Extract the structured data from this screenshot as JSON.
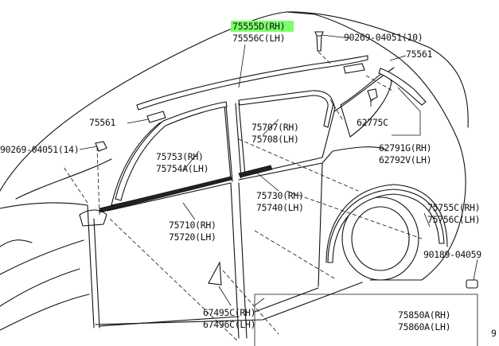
{
  "labels": {
    "roof_rack_rh": "75555D(RH)",
    "roof_rack_lh": "75556C(LH)",
    "clip_top": "90269-04051(10)",
    "cover_rear_right": "75561",
    "cover_front_left": "75561",
    "clip_left": "90269-04051(14)",
    "moulding_rear_door_rh": "75707(RH)",
    "moulding_rear_door_lh": "75708(LH)",
    "clip_quarter": "62775C",
    "quarter_rh": "62791G(RH)",
    "quarter_lh": "62792V(LH)",
    "front_door_rh": "75753(RH)",
    "front_door_lh": "75754A(LH)",
    "rear_belt_rh": "75730(RH)",
    "rear_belt_lh": "75740(LH)",
    "front_belt_rh": "75710(RH)",
    "front_belt_lh": "75720(LH)",
    "wheel_arch_rh": "75755C(RH)",
    "wheel_arch_lh": "75756C(LH)",
    "clip_right": "90189-04059",
    "garnish_rh": "67495C(RH)",
    "garnish_lh": "67496C(LH)",
    "rocker_rh": "75850A(RH)",
    "rocker_lh": "75860A(LH)",
    "edge_label": "9"
  },
  "colors": {
    "highlight": "#7dff6a",
    "line": "#111111",
    "background": "#ffffff"
  }
}
